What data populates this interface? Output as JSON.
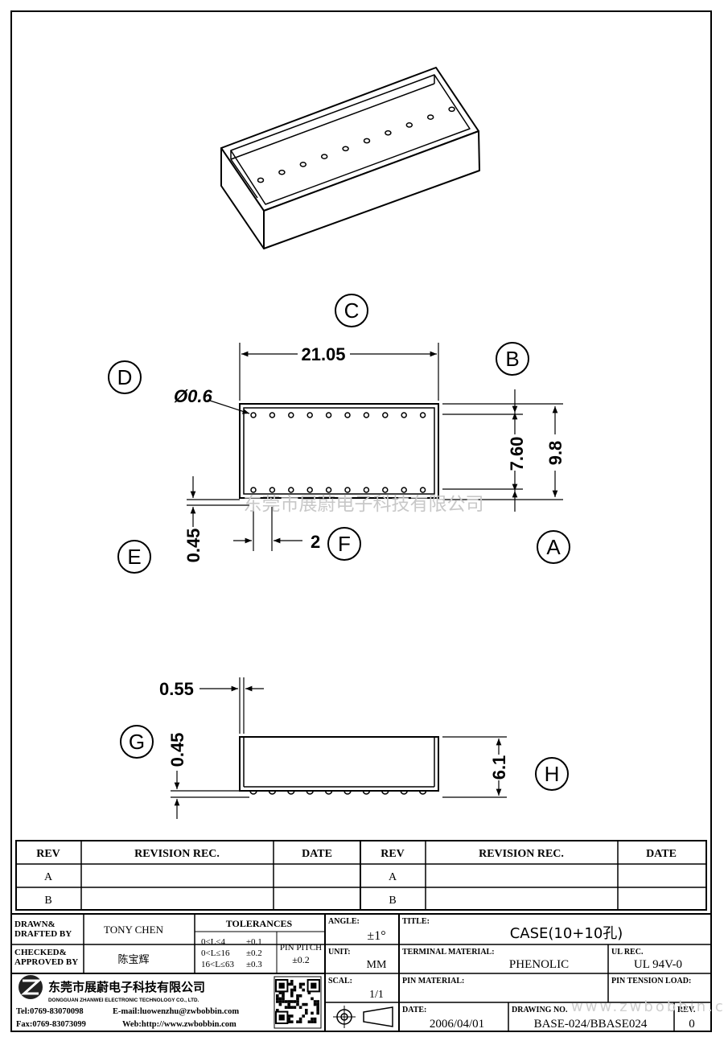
{
  "drawing": {
    "view_labels": {
      "c": "C",
      "b": "B",
      "d": "D",
      "e": "E",
      "f": "F",
      "a": "A",
      "g": "G",
      "h": "H"
    },
    "dims": {
      "length": "21.05",
      "hole_dia": "Ø0.6",
      "row_spacing": "7.60",
      "width": "9.8",
      "edge_offset": "0.45",
      "pitch": "2",
      "wall": "0.55",
      "bottom_offset": "0.45",
      "height": "6.1"
    },
    "watermark_cn": "东莞市展蔚电子科技有限公司",
    "watermark_url": "www.zwbobbin.com"
  },
  "revision_table": {
    "headers": {
      "rev": "REV",
      "rec": "REVISION REC.",
      "date": "DATE"
    },
    "rows": [
      "A",
      "B"
    ]
  },
  "title_block": {
    "drawn_label": "DRAWN&\nDRAFTED BY",
    "drawn_value": "TONY CHEN",
    "checked_label": "CHECKED&\nAPPROVED BY",
    "checked_value": "陈宝辉",
    "tolerances_label": "TOLERANCES",
    "tol_rows": [
      {
        "range": "0<L≤4",
        "val": "±0.1"
      },
      {
        "range": "0<L≤16",
        "val": "±0.2"
      },
      {
        "range": "16<L≤63",
        "val": "±0.3"
      }
    ],
    "pin_pitch_label": "PIN PITCH",
    "pin_pitch_value": "±0.2",
    "angle_label": "ANGLE:",
    "angle_value": "±1°",
    "unit_label": "UNIT:",
    "unit_value": "MM",
    "scale_label": "SCAL:",
    "scale_value": "1/1",
    "title_label": "TITLE:",
    "title_value": "CASE(10+10孔)",
    "terminal_label": "TERMINAL MATERIAL:",
    "terminal_value": "PHENOLIC",
    "ul_label": "UL REC.",
    "ul_value": "UL 94V-0",
    "pin_mat_label": "PIN MATERIAL:",
    "pin_tension_label": "PIN TENSION LOAD:",
    "date_label": "DATE:",
    "date_value": "2006/04/01",
    "drawing_no_label": "DRAWING NO.",
    "drawing_no_value": "BASE-024/BBASE024",
    "rev_label": "REV.",
    "rev_value": "0",
    "company_cn": "东莞市展蔚电子科技有限公司",
    "company_en": "DONGGUAN ZHANWEI ELECTRONIC TECHNOLOGY CO., LTD.",
    "tel": "Tel:0769-83070098",
    "email": "E-mail:luowenzhu@zwbobbin.com",
    "fax": "Fax:0769-83073099",
    "web": "Web:http://www.zwbobbin.com"
  }
}
